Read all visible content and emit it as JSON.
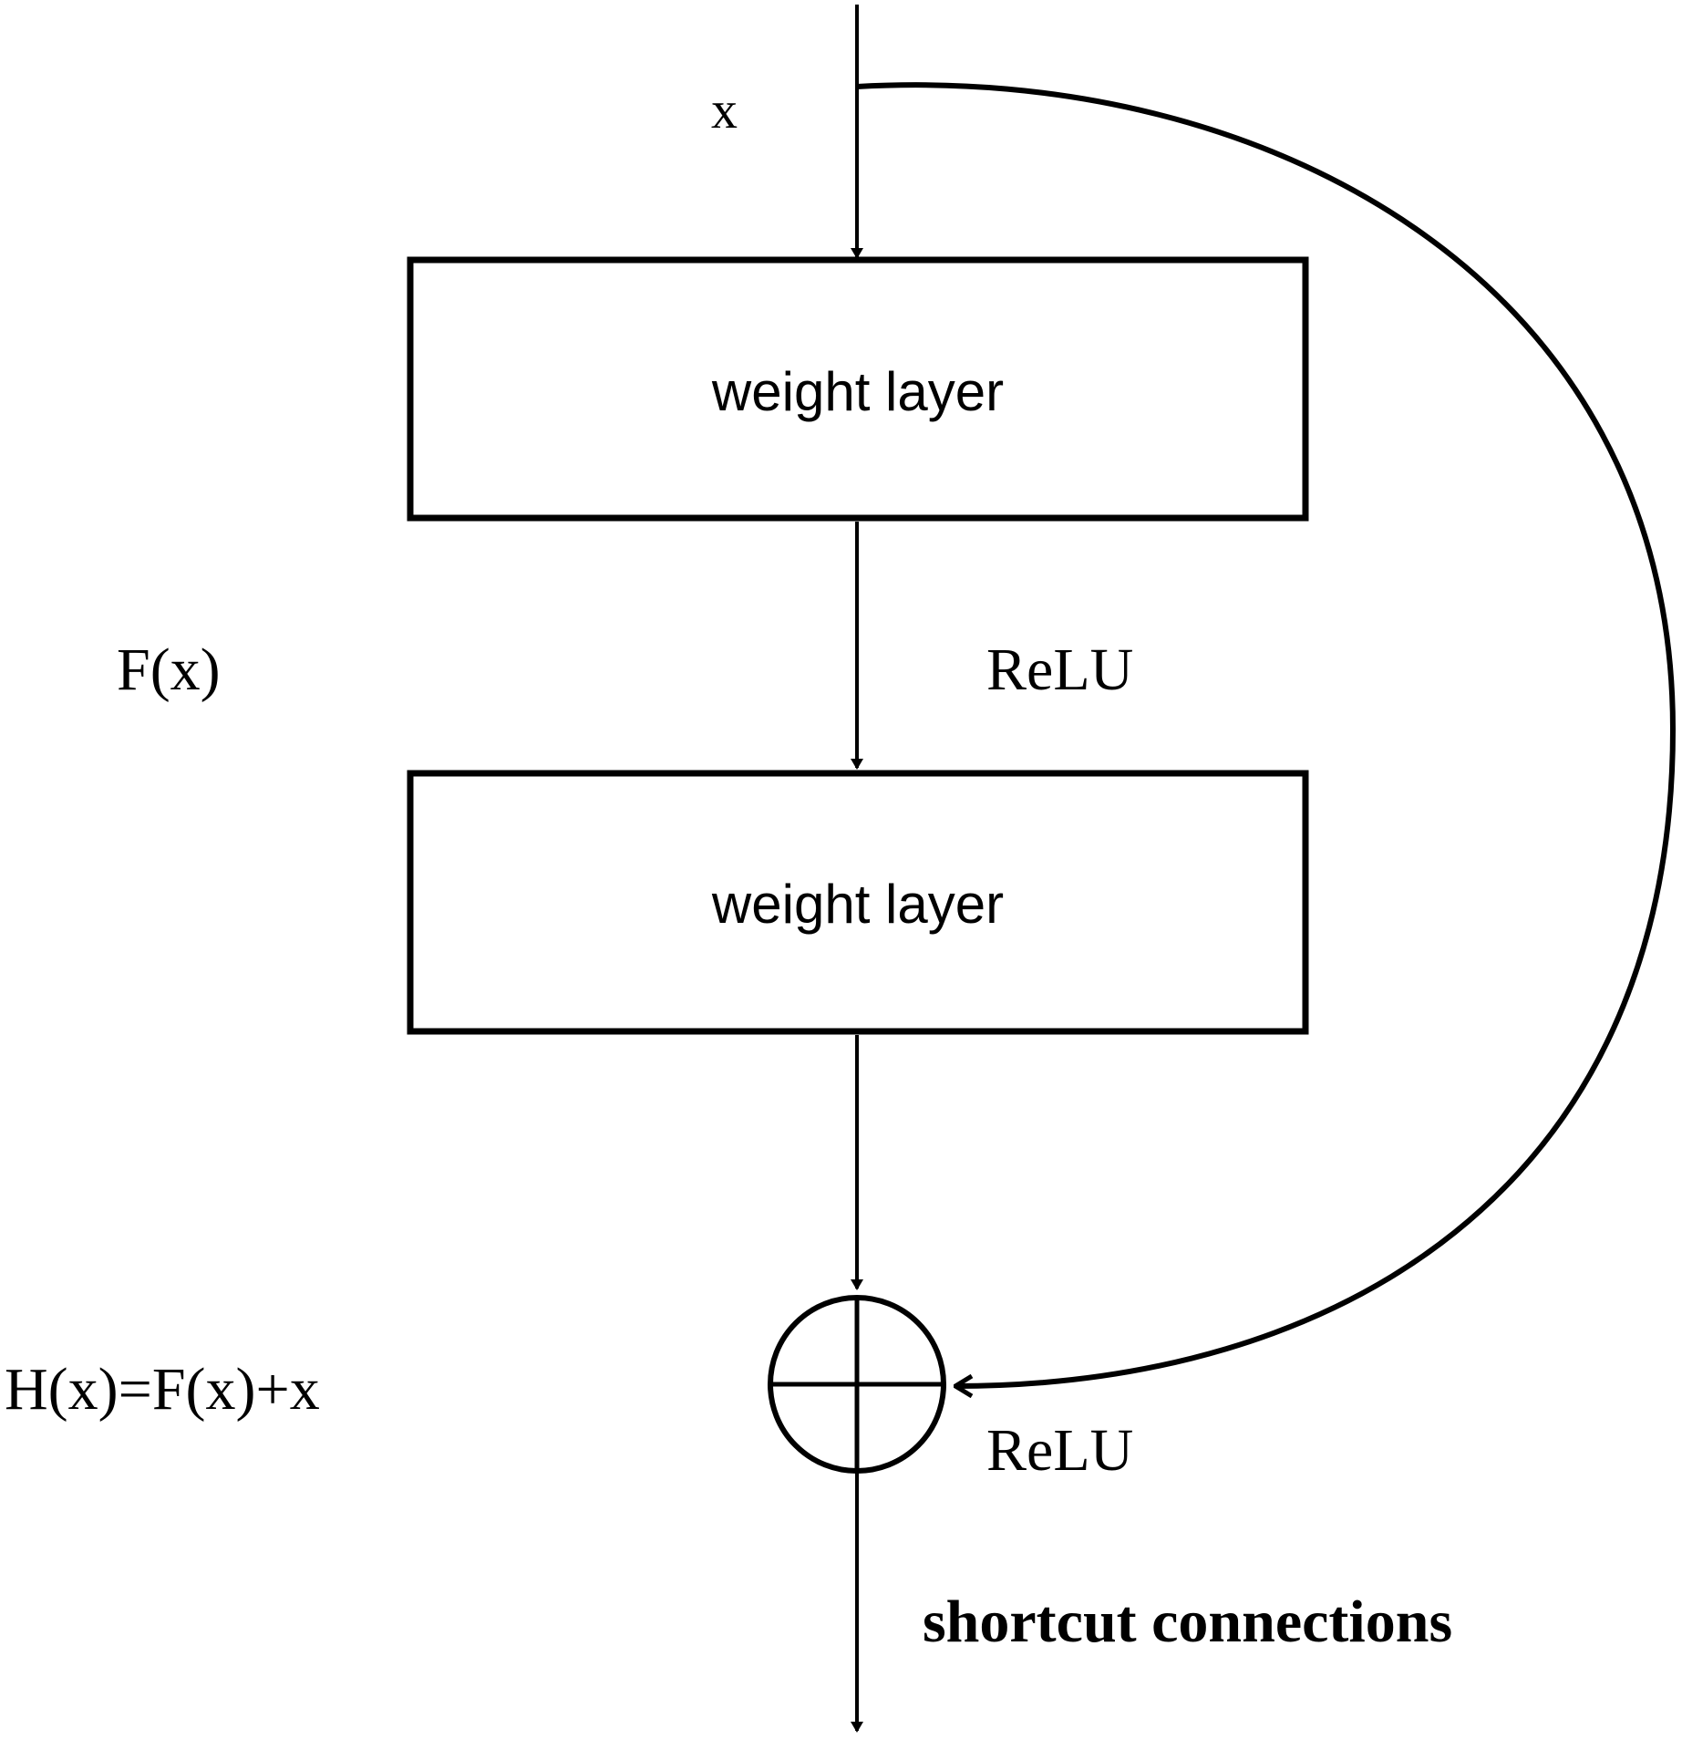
{
  "labels": {
    "input": "x",
    "residual_function": "F(x)",
    "activation_1": "ReLU",
    "output_formula": "H(x)=F(x)+x",
    "activation_2": "ReLU",
    "shortcut_caption": "shortcut connections"
  },
  "blocks": [
    {
      "label": "weight layer"
    },
    {
      "label": "weight layer"
    }
  ],
  "colors": {
    "stroke": "#000000",
    "background": "#ffffff"
  },
  "icons": {
    "adder": "circled-plus-icon",
    "arrowhead": "arrowhead-icon"
  }
}
